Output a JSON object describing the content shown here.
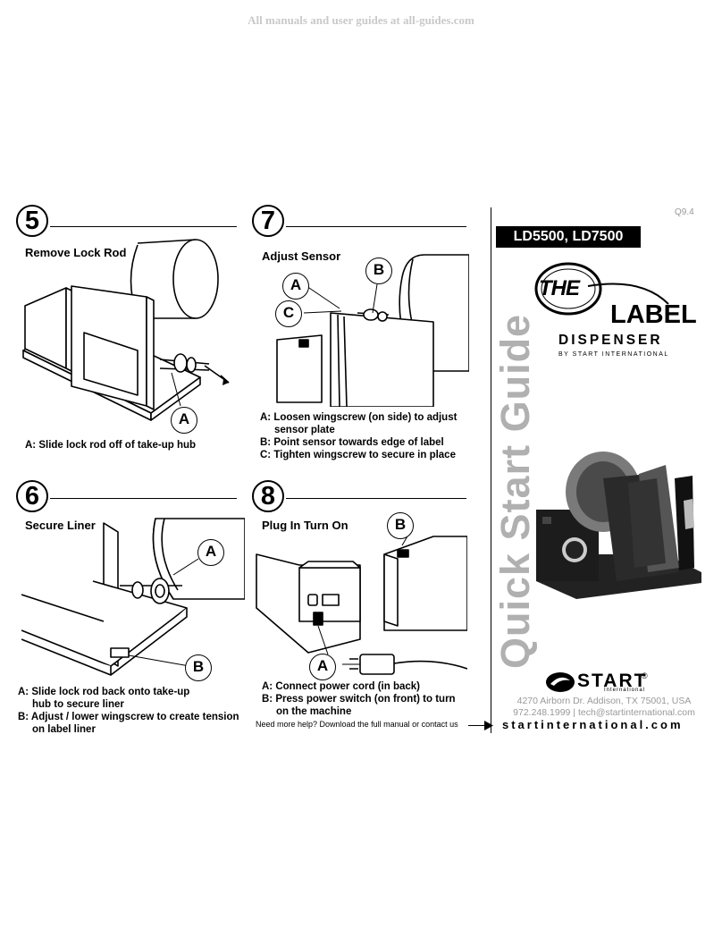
{
  "watermark": "All manuals and user guides at all-guides.com",
  "doc_code": "Q9.4",
  "model": "LD5500, LD7500",
  "brand": {
    "logo_the": "THE",
    "logo_label": "LABEL",
    "logo_dispenser": "DISPENSER",
    "logo_by": "BY START INTERNATIONAL"
  },
  "side_title": "Quick Start Guide",
  "start_logo": {
    "name": "START",
    "reg": "®",
    "sub": "International"
  },
  "address": "4270 Airborn Dr. Addison, TX 75001, USA",
  "contact": "972.248.1999  |  tech@startinternational.com",
  "website": "startinternational.com",
  "help_text": "Need more help?   Download the full manual or contact us",
  "steps": [
    {
      "num": "5",
      "title": "Remove Lock Rod",
      "lines": [
        "A: Slide lock rod off of take-up hub"
      ]
    },
    {
      "num": "6",
      "title": "Secure Liner",
      "lines": [
        "A: Slide lock rod  back onto take-up",
        "hub to secure liner",
        "B: Adjust / lower wingscrew to create tension",
        "on label liner"
      ]
    },
    {
      "num": "7",
      "title": "Adjust Sensor",
      "lines": [
        "A: Loosen wingscrew (on side) to adjust",
        "sensor plate",
        "B: Point sensor towards edge of label",
        "C: Tighten wingscrew to secure in place"
      ]
    },
    {
      "num": "8",
      "title": "Plug In Turn On",
      "lines": [
        "A: Connect power cord (in back)",
        "B: Press power switch (on front) to turn",
        "on the machine"
      ]
    }
  ],
  "callouts": {
    "a": "A",
    "b": "B",
    "c": "C"
  }
}
